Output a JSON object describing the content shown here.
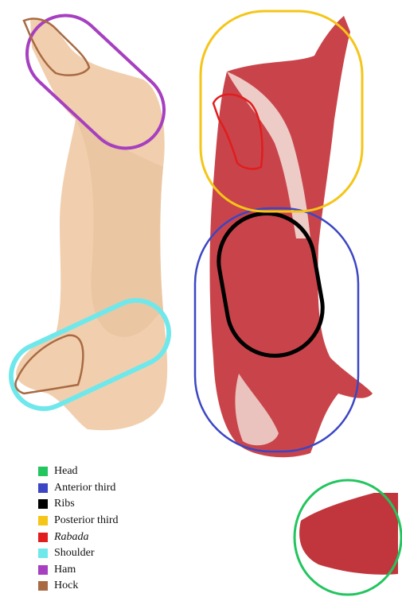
{
  "legend": [
    {
      "label": "Head",
      "color": "#22c55e",
      "italic": false
    },
    {
      "label": "Anterior third",
      "color": "#3b46c4",
      "italic": false
    },
    {
      "label": "Ribs",
      "color": "#000000",
      "italic": false
    },
    {
      "label": "Posterior third",
      "color": "#f5c518",
      "italic": false
    },
    {
      "label": "Rabada",
      "color": "#e11d1d",
      "italic": true
    },
    {
      "label": "Shoulder",
      "color": "#6fe8ec",
      "italic": false
    },
    {
      "label": "Ham",
      "color": "#a63fc0",
      "italic": false
    },
    {
      "label": "Hock",
      "color": "#a86a43",
      "italic": false
    }
  ]
}
